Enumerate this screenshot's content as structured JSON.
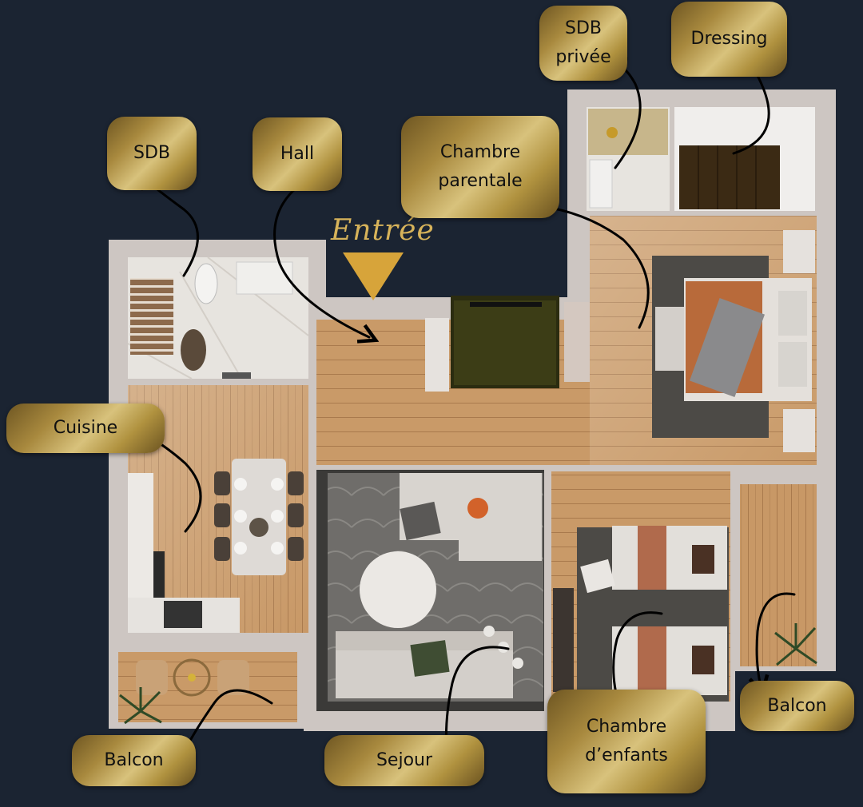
{
  "entrance": {
    "label": "Entrée"
  },
  "labels": {
    "sdb_privee": "SDB\nprivée",
    "dressing": "Dressing",
    "sdb": "SDB",
    "hall": "Hall",
    "chambre_parentale": "Chambre\nparentale",
    "cuisine": "Cuisine",
    "balcon_left": "Balcon",
    "sejour": "Sejour",
    "chambre_enfants": "Chambre\nd’enfants",
    "balcon_right": "Balcon"
  },
  "colors": {
    "background": "#1b2432",
    "wall": "#cdc6c2",
    "wood_floor": "#c89866",
    "marble": "#e7e4df",
    "rug": "#6c6a67",
    "accent_gold": "#d7a43a"
  }
}
